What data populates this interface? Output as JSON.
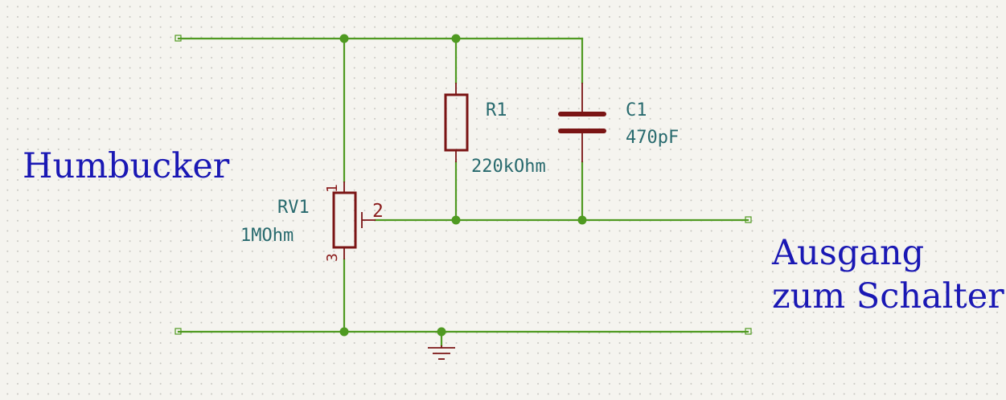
{
  "labels": {
    "input": "Humbucker",
    "output_line1": "Ausgang",
    "output_line2": "zum Schalter"
  },
  "components": {
    "r1": {
      "ref": "R1",
      "value": "220kOhm"
    },
    "c1": {
      "ref": "C1",
      "value": "470pF"
    },
    "rv1": {
      "ref": "RV1",
      "value": "1MOhm",
      "pins": {
        "p1": "1",
        "p2": "2",
        "p3": "3"
      }
    }
  },
  "colors": {
    "wire": "#4f9a21",
    "component": "#7a1414",
    "reference_text": "#286a6e",
    "pin_number": "#8a1c1c",
    "big_label": "#1a18b4",
    "background": "#f5f4ef"
  },
  "icons": {
    "ground": "ground-symbol-icon"
  }
}
